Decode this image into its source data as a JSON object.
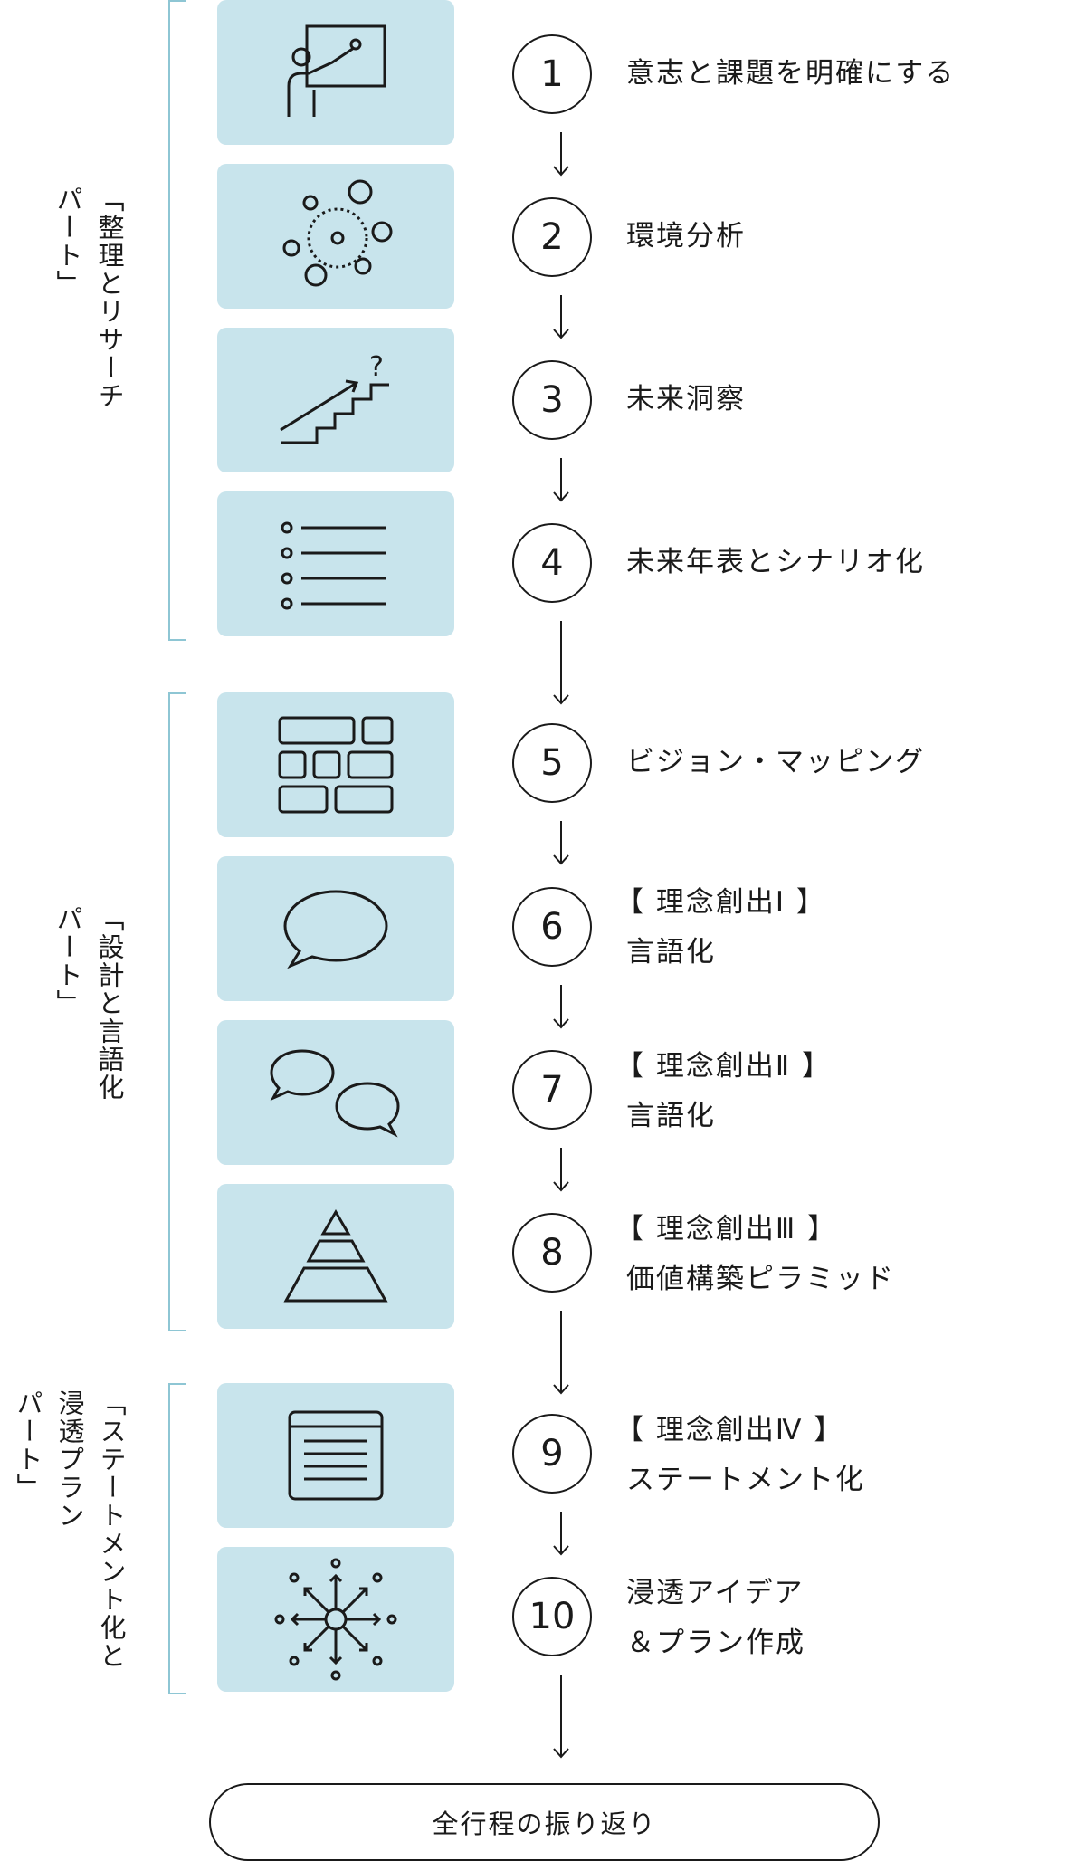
{
  "phases": [
    {
      "label": "「整理とリサーチ\nパート」"
    },
    {
      "label": "「設計と言語化\nパート」"
    },
    {
      "label": "「ステートメント化と\n浸透プラン\nパート」"
    }
  ],
  "steps": [
    {
      "number": "1",
      "line1": "意志と課題を明確にする",
      "line2": "",
      "icon": "presentation-icon"
    },
    {
      "number": "2",
      "line1": "環境分析",
      "line2": "",
      "icon": "environment-circles-icon"
    },
    {
      "number": "3",
      "line1": "未来洞察",
      "line2": "",
      "icon": "stairs-question-icon"
    },
    {
      "number": "4",
      "line1": "未来年表とシナリオ化",
      "line2": "",
      "icon": "list-icon"
    },
    {
      "number": "5",
      "line1": "ビジョン・マッピング",
      "line2": "",
      "icon": "bricks-icon"
    },
    {
      "number": "6",
      "line1": "【 理念創出Ⅰ 】",
      "line2": "言語化",
      "icon": "speech-bubble-icon"
    },
    {
      "number": "7",
      "line1": "【 理念創出Ⅱ 】",
      "line2": "言語化",
      "icon": "two-speech-bubbles-icon"
    },
    {
      "number": "8",
      "line1": "【 理念創出Ⅲ 】",
      "line2": "価値構築ピラミッド",
      "icon": "pyramid-icon"
    },
    {
      "number": "9",
      "line1": "【 理念創出Ⅳ 】",
      "line2": "ステートメント化",
      "icon": "document-icon"
    },
    {
      "number": "10",
      "line1": "浸透アイデア",
      "line2": "＆プラン作成",
      "icon": "radiating-arrows-icon"
    }
  ],
  "final": {
    "label": "全行程の振り返り"
  },
  "colors": {
    "tile": "#c8e4ec",
    "bracket": "#8ec6d4",
    "ink": "#1a1a1a"
  }
}
